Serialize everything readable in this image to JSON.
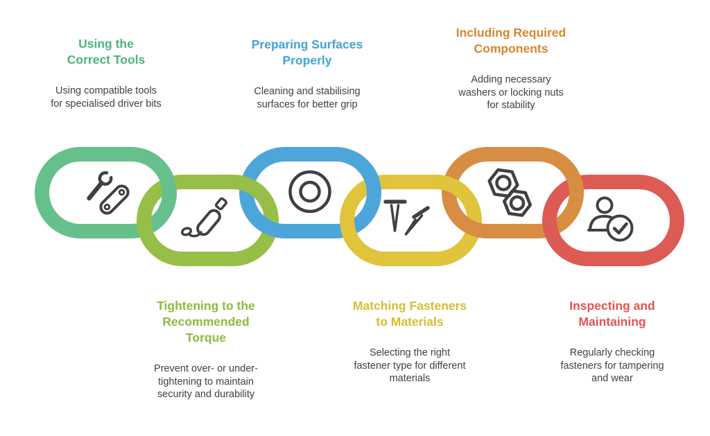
{
  "canvas": {
    "background": "#ffffff"
  },
  "icon_color": "#404040",
  "description_color": "#3f3f3f",
  "steps": [
    {
      "title": "Using the\nCorrect Tools",
      "description": "Using compatible tools\nfor specialised driver bits",
      "color": "#66c08b",
      "title_color": "#4bb579",
      "icon": "tools-icon"
    },
    {
      "title": "Tightening to the\nRecommended\nTorque",
      "description": "Prevent over- or under-\ntightening to maintain\nsecurity and durability",
      "color": "#97bf48",
      "title_color": "#8cbb40",
      "icon": "power-screwdriver-icon"
    },
    {
      "title": "Preparing Surfaces\nProperly",
      "description": "Cleaning and stabilising\nsurfaces for better grip",
      "color": "#4da6d9",
      "title_color": "#41a2d8",
      "icon": "washer-icon"
    },
    {
      "title": "Matching Fasteners\nto Materials",
      "description": "Selecting the right\nfastener type for different\nmaterials",
      "color": "#dfc43c",
      "title_color": "#d6bd33",
      "icon": "nails-icon"
    },
    {
      "title": "Including Required\nComponents",
      "description": "Adding necessary\nwashers or locking nuts\nfor stability",
      "color": "#d88e42",
      "title_color": "#d8862f",
      "icon": "nuts-icon"
    },
    {
      "title": "Inspecting and\nMaintaining",
      "description": "Regularly checking\nfasteners for tampering\nand wear",
      "color": "#dd5b55",
      "title_color": "#e15552",
      "icon": "user-check-icon"
    }
  ]
}
